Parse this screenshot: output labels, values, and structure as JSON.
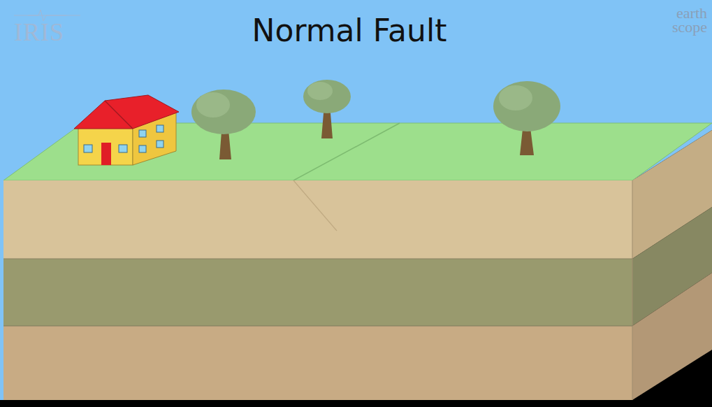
{
  "diagram": {
    "title": "Normal Fault",
    "labels": [
      "IRIS",
      "earth",
      "scope"
    ]
  }
}
